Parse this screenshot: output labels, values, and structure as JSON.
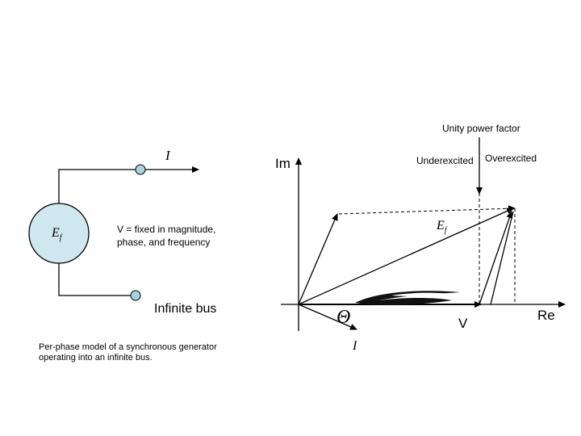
{
  "circuit": {
    "current_symbol": "I",
    "source_symbol": "E",
    "source_subscript": "f",
    "bus_note_line1": "V = fixed in magnitude,",
    "bus_note_line2": "phase, and frequency",
    "bus_label": "Infinite bus",
    "caption_line1": "Per-phase model of a synchronous generator",
    "caption_line2": "operating into an infinite bus."
  },
  "phasor": {
    "unity_pf_label": "Unity power factor",
    "underexcited_label": "Underexcited",
    "overexcited_label": "Overexcited",
    "im_axis_label": "Im",
    "re_axis_label": "Re",
    "ef_label": "E",
    "ef_subscript": "f",
    "v_label": "V",
    "current_label": "I",
    "angle_label": "Θ"
  },
  "colors": {
    "source_fill": "#cfe8ef",
    "terminal_fill": "#a9d3de",
    "line": "#000000"
  }
}
